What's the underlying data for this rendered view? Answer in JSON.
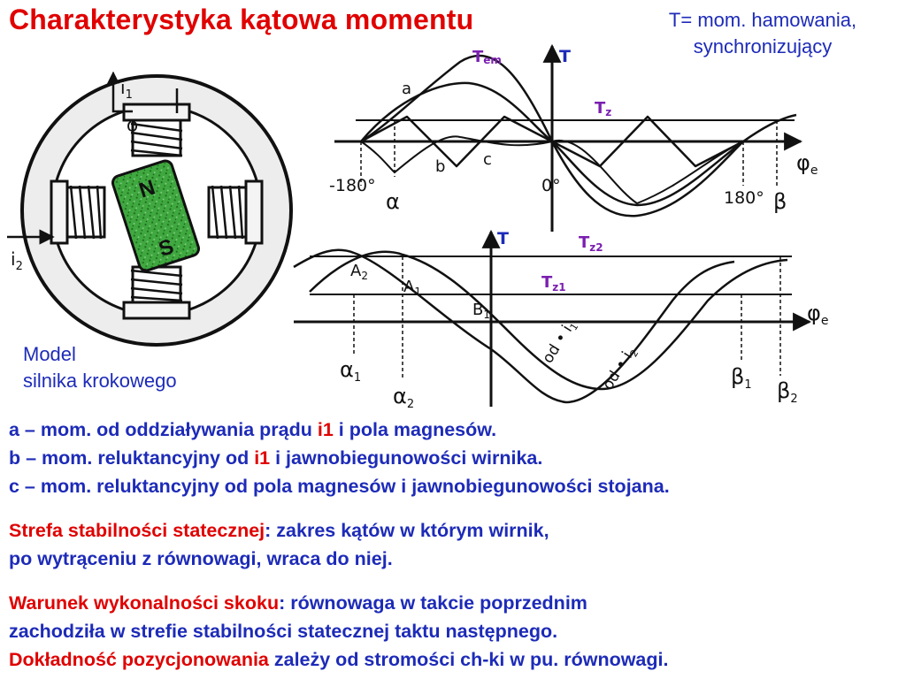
{
  "title": "Charakterystyka kątowa momentu",
  "note": {
    "line1": "T= mom. hamowania,",
    "line2": "synchronizujący"
  },
  "model_label": {
    "line1": "Model",
    "line2": "silnika krokowego"
  },
  "motor_labels": {
    "i1": "i",
    "i1_sub": "1",
    "i2": "i",
    "i2_sub": "2",
    "phi": "φ",
    "north": "N",
    "south": "S"
  },
  "diagram1": {
    "T_axis": "T",
    "Tem": "T",
    "Tem_sub": "em",
    "Tz": "T",
    "Tz_sub": "z",
    "phi_e": "φ",
    "phi_e_sub": "e",
    "curve_a": "a",
    "curve_b": "b",
    "curve_c": "c",
    "tick_minus180": "-180°",
    "tick_0": "0°",
    "tick_180": "180°",
    "alpha": "α",
    "beta": "β"
  },
  "diagram2": {
    "T_axis": "T",
    "Tz2": "T",
    "Tz2_sub": "z2",
    "Tz1": "T",
    "Tz1_sub": "z1",
    "phi_e": "φ",
    "phi_e_sub": "e",
    "A2": "A",
    "A2_sub": "2",
    "A1": "A",
    "A1_sub": "1",
    "B1": "B",
    "B1_sub": "1",
    "od_i1": "od • i",
    "od_i1_sub": "1",
    "od_i2": "od • i",
    "od_i2_sub": "2",
    "alpha1": "α",
    "alpha1_sub": "1",
    "alpha2": "α",
    "alpha2_sub": "2",
    "beta1": "β",
    "beta1_sub": "1",
    "beta2": "β",
    "beta2_sub": "2"
  },
  "legend": {
    "a": {
      "pre": "a – mom. od oddziaływania prądu ",
      "red": "i1",
      "post": " i pola magnesów."
    },
    "b": {
      "pre": "b – mom. reluktancyjny od ",
      "red": "i1",
      "post": " i jawnobiegunowości wirnika."
    },
    "c": {
      "text": "c – mom. reluktancyjny od pola magnesów i jawnobiegunowości stojana."
    }
  },
  "stability": {
    "term": "Strefa stabilności statecznej",
    "rest1": ": zakres kątów w którym wirnik,",
    "line2": "po wytrąceniu z równowagi, wraca do niej."
  },
  "step": {
    "term": "Warunek wykonalności skoku",
    "rest1": ": równowaga w takcie poprzednim",
    "line2": "zachodziła w strefie stabilności statecznej taktu następnego.",
    "term2": "Dokładność pozycjonowania",
    "rest3": " zależy od stromości ch-ki w pu. równowagi."
  }
}
